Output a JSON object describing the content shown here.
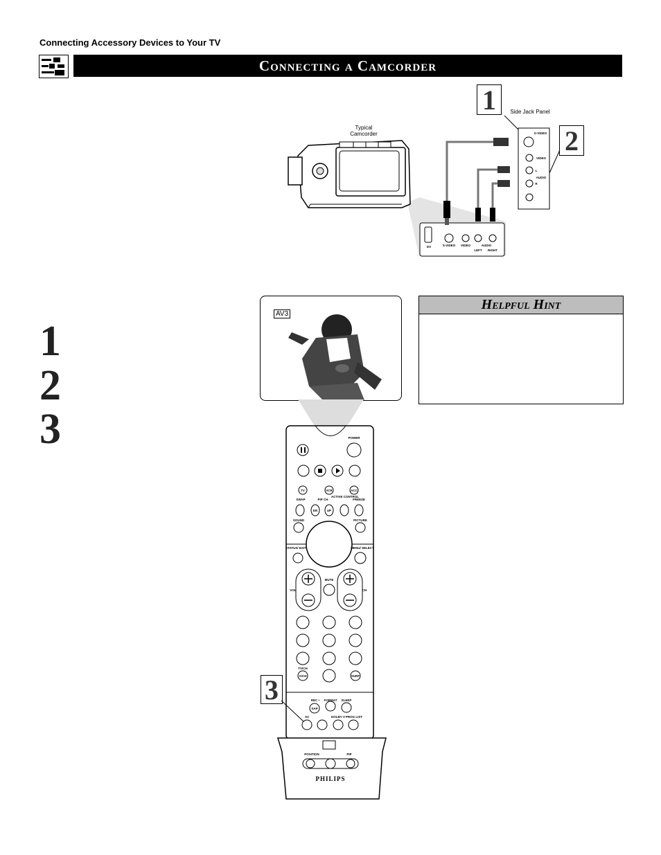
{
  "header": {
    "section_label": "Connecting Accessory Devices to Your TV",
    "title": "Connecting a Camcorder"
  },
  "steps": [
    "1",
    "2",
    "3"
  ],
  "diagram": {
    "camcorder_label_line1": "Typical",
    "camcorder_label_line2": "Camcorder",
    "side_jack_label": "Side Jack Panel",
    "step1_badge": "1",
    "step2_badge": "2",
    "panel_labels": {
      "svideo": "S-VIDEO",
      "video": "VIDEO",
      "audio": "AUDIO",
      "l": "L",
      "r": "R"
    },
    "camcorder_jacks": {
      "dv": "DV",
      "svideo": "S-VIDEO",
      "video": "VIDEO",
      "audio": "AUDIO",
      "left": "LEFT",
      "right": "RIGHT"
    }
  },
  "tv": {
    "source_badge": "AV3"
  },
  "hint": {
    "title": "Helpful Hint",
    "body": ""
  },
  "remote": {
    "step3_badge": "3",
    "labels": {
      "power": "POWER",
      "tv": "TV",
      "vcr": "VCR",
      "acc": "ACC",
      "swap": "SWAP",
      "pip_ch": "PIP CH",
      "active_control": "ACTIVE CONTROL",
      "freeze": "FREEZE",
      "dn": "DN",
      "up": "UP",
      "sound": "SOUND",
      "picture": "PICTURE",
      "status_exit": "STATUS/ EXIT",
      "menu_select": "MENU/ SELECT",
      "mute": "MUTE",
      "vol": "VOL",
      "ch": "CH",
      "tv_ch": "TV/CH",
      "ach": "A/CH",
      "surf": "SURF",
      "rec": "REC •",
      "format": "FORMAT",
      "sleep": "SLEEP",
      "sap": "SAP",
      "av": "AV",
      "dolby": "DOLBY V",
      "prog_list": "PROG LIST",
      "position": "POSITION",
      "pip": "PIP",
      "brand": "PHILIPS"
    }
  }
}
